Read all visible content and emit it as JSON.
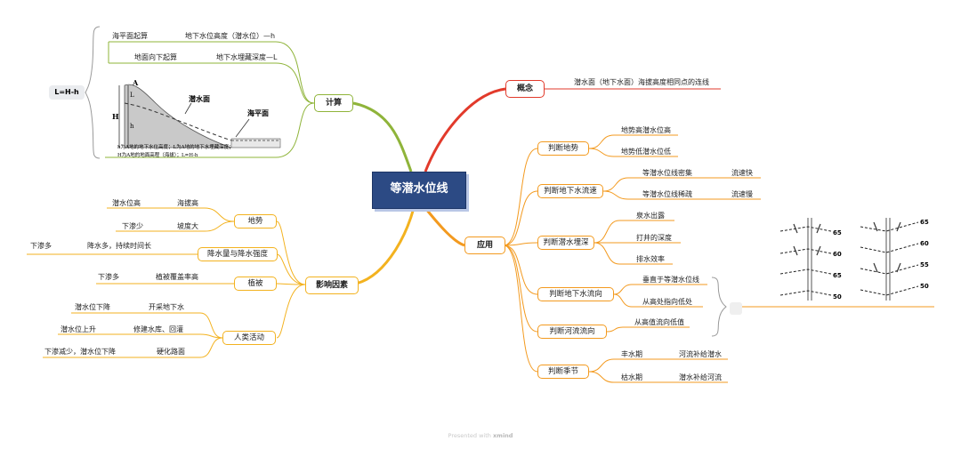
{
  "central": "等潜水位线",
  "footer": {
    "prefix": "Presented with",
    "brand": "xmind"
  },
  "calc": {
    "title": "计算",
    "sea_level_start": "海平面起算",
    "water_level_height": "地下水位高度（潜水位）—h",
    "ground_start": "地面向下起算",
    "burial_depth": "地下水埋藏深度—L",
    "formula": "L=H-h",
    "figure": {
      "label_a": "A",
      "label_h_big": "H",
      "label_h": "h",
      "label_l": "L",
      "water_surface": "潜水面",
      "sea_level": "海平面",
      "caption1": "h为A地的地下水位高度；L为A地的地下水埋藏深度；",
      "caption2": "H为A地的地面高程（海拔）；L=H-h"
    }
  },
  "factors": {
    "title": "影响因素",
    "terrain": {
      "label": "地势",
      "i1_a": "潜水位高",
      "i1_b": "海拔高",
      "i2_a": "下渗少",
      "i2_b": "坡度大"
    },
    "rain": {
      "label": "降水量与降水强度",
      "a": "下渗多",
      "b": "降水多，持续时间长"
    },
    "veg": {
      "label": "植被",
      "a": "下渗多",
      "b": "植被覆盖率高"
    },
    "human": {
      "label": "人类活动",
      "i1_a": "潜水位下降",
      "i1_b": "开采地下水",
      "i2_a": "潜水位上升",
      "i2_b": "修建水库、回灌",
      "i3_a": "下渗减少，潜水位下降",
      "i3_b": "硬化路面"
    }
  },
  "concept": {
    "title": "概念",
    "text": "潜水面（地下水面）海拔高度相同点的连线"
  },
  "apply": {
    "title": "应用",
    "terrain": {
      "label": "判断地势",
      "a": "地势高潜水位高",
      "b": "地势低潜水位低"
    },
    "speed": {
      "label": "判断地下水流速",
      "a": "等潜水位线密集",
      "a2": "流速快",
      "b": "等潜水位线稀疏",
      "b2": "流速慢"
    },
    "depth": {
      "label": "判断潜水埋深",
      "a": "泉水出露",
      "b": "打井的深度",
      "c": "排水效率"
    },
    "flow": {
      "label": "判断地下水流向",
      "a": "垂直于等潜水位线",
      "b": "从高处指向低处"
    },
    "river": {
      "label": "判断河流流向",
      "a": "从高值流向低值"
    },
    "season": {
      "label": "判断季节",
      "a": "丰水期",
      "a2": "河流补给潜水",
      "b": "枯水期",
      "b2": "潜水补给河流"
    },
    "contour_labels": [
      "65",
      "60",
      "65",
      "50",
      "65",
      "60",
      "55",
      "50"
    ]
  }
}
